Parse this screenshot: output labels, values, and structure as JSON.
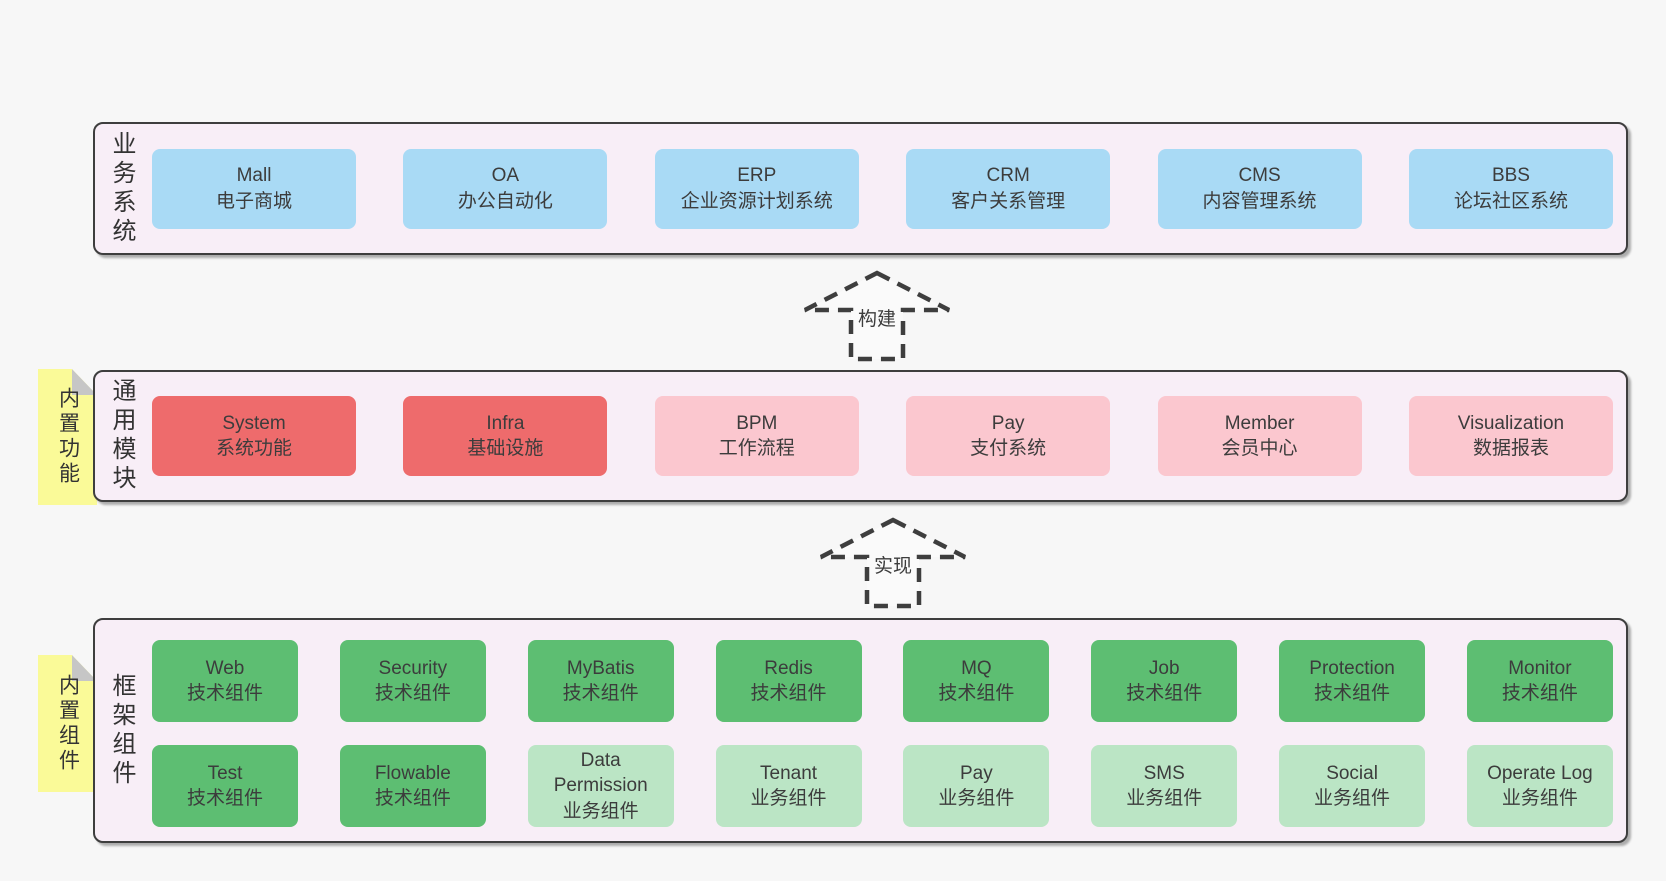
{
  "colors": {
    "page_bg": "#f7f7f7",
    "panel_bg": "#f8eef7",
    "panel_border": "#3e3e3e",
    "box_blue": "#a9daf5",
    "box_red": "#ee6b6c",
    "box_pink": "#fbc7cf",
    "box_green_dark": "#5dbe72",
    "box_green_light": "#bbe5c5",
    "note_yellow": "#fafa98",
    "note_fold_gray": "#c6c6c6",
    "text": "#3c3c3c"
  },
  "layers": [
    {
      "id": "business-systems",
      "label": "业务系统",
      "boxes": [
        {
          "en": "Mall",
          "zh": "电子商城"
        },
        {
          "en": "OA",
          "zh": "办公自动化"
        },
        {
          "en": "ERP",
          "zh": "企业资源计划系统"
        },
        {
          "en": "CRM",
          "zh": "客户关系管理"
        },
        {
          "en": "CMS",
          "zh": "内容管理系统"
        },
        {
          "en": "BBS",
          "zh": "论坛社区系统"
        }
      ]
    },
    {
      "id": "common-modules",
      "label": "通用模块",
      "note": "内置功能",
      "boxes": [
        {
          "en": "System",
          "zh": "系统功能"
        },
        {
          "en": "Infra",
          "zh": "基础设施"
        },
        {
          "en": "BPM",
          "zh": "工作流程"
        },
        {
          "en": "Pay",
          "zh": "支付系统"
        },
        {
          "en": "Member",
          "zh": "会员中心"
        },
        {
          "en": "Visualization",
          "zh": "数据报表"
        }
      ]
    },
    {
      "id": "framework-components",
      "label": "框架组件",
      "note": "内置组件",
      "rows": [
        {
          "boxes": [
            {
              "en": "Web",
              "zh": "技术组件"
            },
            {
              "en": "Security",
              "zh": "技术组件"
            },
            {
              "en": "MyBatis",
              "zh": "技术组件"
            },
            {
              "en": "Redis",
              "zh": "技术组件"
            },
            {
              "en": "MQ",
              "zh": "技术组件"
            },
            {
              "en": "Job",
              "zh": "技术组件"
            },
            {
              "en": "Protection",
              "zh": "技术组件"
            },
            {
              "en": "Monitor",
              "zh": "技术组件"
            }
          ]
        },
        {
          "boxes": [
            {
              "en": "Test",
              "zh": "技术组件"
            },
            {
              "en": "Flowable",
              "zh": "技术组件"
            },
            {
              "en": "Data Permission",
              "zh": "业务组件"
            },
            {
              "en": "Tenant",
              "zh": "业务组件"
            },
            {
              "en": "Pay",
              "zh": "业务组件"
            },
            {
              "en": "SMS",
              "zh": "业务组件"
            },
            {
              "en": "Social",
              "zh": "业务组件"
            },
            {
              "en": "Operate Log",
              "zh": "业务组件"
            }
          ]
        }
      ]
    }
  ],
  "arrows": [
    {
      "label": "构建"
    },
    {
      "label": "实现"
    }
  ]
}
